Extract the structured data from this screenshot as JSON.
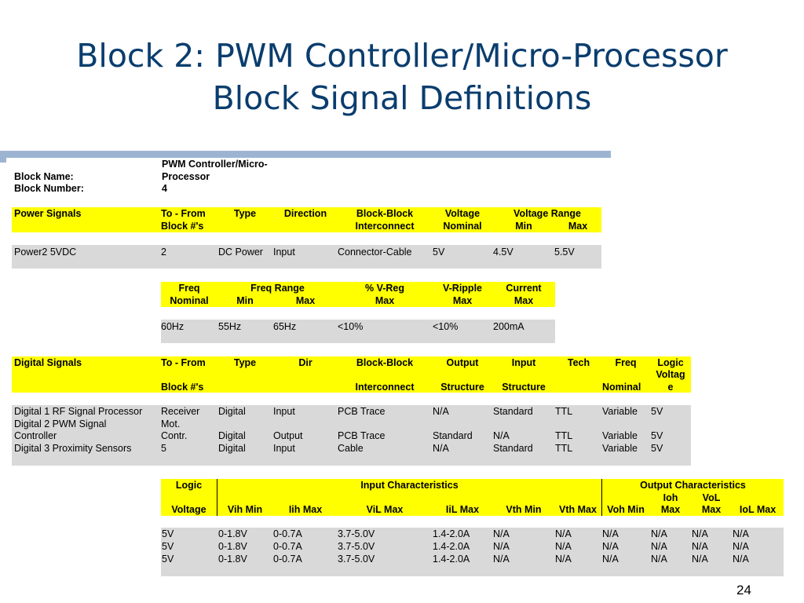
{
  "title": {
    "line1": "Block 2: PWM Controller/Micro-Processor",
    "line2": "Block Signal Definitions"
  },
  "block_info": {
    "name_label": "Block Name:",
    "name_value_1": "PWM Controller/Micro-",
    "name_value_2": "Processor",
    "number_label": "Block Number:",
    "number_value": "4"
  },
  "power": {
    "headers": {
      "signals": "Power Signals",
      "to_from_1": "To - From",
      "to_from_2": "Block #'s",
      "type": "Type",
      "direction": "Direction",
      "bb_1": "Block-Block",
      "bb_2": "Interconnect",
      "voltage_1": "Voltage",
      "voltage_2": "Nominal",
      "vrange": "Voltage Range",
      "vmin": "Min",
      "vmax": "Max"
    },
    "row": {
      "signal": "Power2 5VDC",
      "to_from": "2",
      "type": "DC Power",
      "direction": "Input",
      "interconnect": "Connector-Cable",
      "nominal": "5V",
      "min": "4.5V",
      "max": "5.5V"
    }
  },
  "freq": {
    "headers": {
      "freq_1": "Freq",
      "freq_2": "Nominal",
      "frange": "Freq Range",
      "fmin": "Min",
      "fmax": "Max",
      "vreg_1": "% V-Reg",
      "vreg_2": "Max",
      "vripple_1": "V-Ripple",
      "vripple_2": "Max",
      "current_1": "Current",
      "current_2": "Max"
    },
    "row": {
      "nominal": "60Hz",
      "min": "55Hz",
      "max": "65Hz",
      "vreg": "<10%",
      "vripple": "<10%",
      "current": "200mA"
    }
  },
  "digital": {
    "headers": {
      "signals": "Digital Signals",
      "to_from_1": "To - From",
      "to_from_2": "Block #'s",
      "type": "Type",
      "dir": "Dir",
      "bb_1": "Block-Block",
      "bb_2": "Interconnect",
      "output_1": "Output",
      "output_2": "Structure",
      "input_1": "Input",
      "input_2": "Structure",
      "tech": "Tech",
      "freq_1": "Freq",
      "freq_2": "Nominal",
      "logic_1": "Logic",
      "logic_2": "Voltag",
      "logic_3": "e"
    },
    "rows": [
      {
        "signal": "Digital 1 RF Signal Processor",
        "to_from": "Receiver",
        "type": "Digital",
        "dir": "Input",
        "interconnect": "PCB Trace",
        "output": "N/A",
        "input": "Standard",
        "tech": "TTL",
        "freq": "Variable",
        "logic": "5V"
      },
      {
        "signal_1": "Digital 2 PWM Signal",
        "signal_2": "Controller",
        "to_from_1": "Mot.",
        "to_from_2": "Contr.",
        "type": "Digital",
        "dir": "Output",
        "interconnect": "PCB Trace",
        "output": "Standard",
        "input": "N/A",
        "tech": "TTL",
        "freq": "Variable",
        "logic": "5V"
      },
      {
        "signal": "Digital 3 Proximity Sensors",
        "to_from": "5",
        "type": "Digital",
        "dir": "Input",
        "interconnect": "Cable",
        "output": "N/A",
        "input": "Standard",
        "tech": "TTL",
        "freq": "Variable",
        "logic": "5V"
      }
    ]
  },
  "logic": {
    "headers": {
      "logic_1": "Logic",
      "logic_2": "Voltage",
      "input_chars": "Input Characteristics",
      "output_chars": "Output Characteristics",
      "vih_min": "Vih Min",
      "iih_max": "Iih Max",
      "vil_max": "ViL Max",
      "iil_max": "IiL Max",
      "vth_min": "Vth Min",
      "vth_max": "Vth Max",
      "voh_min": "Voh Min",
      "ioh_1": "Ioh",
      "ioh_2": "Max",
      "vol_1": "VoL",
      "vol_2": "Max",
      "iol_max": "IoL Max"
    },
    "rows": [
      [
        "5V",
        "0-1.8V",
        "0-0.7A",
        "3.7-5.0V",
        "1.4-2.0A",
        "N/A",
        "N/A",
        "N/A",
        "N/A",
        "N/A",
        "N/A"
      ],
      [
        "5V",
        "0-1.8V",
        "0-0.7A",
        "3.7-5.0V",
        "1.4-2.0A",
        "N/A",
        "N/A",
        "N/A",
        "N/A",
        "N/A",
        "N/A"
      ],
      [
        "5V",
        "0-1.8V",
        "0-0.7A",
        "3.7-5.0V",
        "1.4-2.0A",
        "N/A",
        "N/A",
        "N/A",
        "N/A",
        "N/A",
        "N/A"
      ]
    ]
  },
  "page_number": "24"
}
